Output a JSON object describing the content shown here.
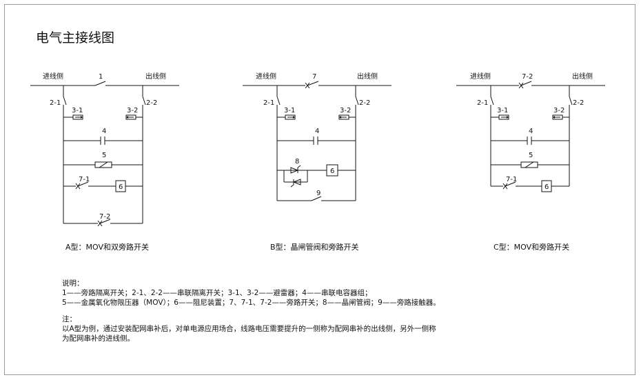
{
  "title": "电气主接线图",
  "labels": {
    "incoming": "进线侧",
    "outgoing": "出线侧",
    "sw_1": "1",
    "sw_7": "7",
    "sw_7_2": "7-2",
    "sw_7_1": "7-1",
    "sw_2_1": "2-1",
    "sw_2_2": "2-2",
    "arr_3_1": "3-1",
    "arr_3_2": "3-2",
    "cap_4": "4",
    "mov_5": "5",
    "damp_6": "6",
    "thy_8": "8",
    "byp_9": "9"
  },
  "captions": {
    "a": "A型：MOV和双旁路开关",
    "b": "B型：晶闸管阀和旁路开关",
    "c": "C型：MOV和旁路开关"
  },
  "notes": {
    "heading": "说明：",
    "line1": "1——旁路隔离开关；2-1、2-2——串联隔离开关；3-1、3-2——避雷器；4——串联电容器组；",
    "line2": "5——金属氧化物限压器（MOV）；6——阻尼装置；7、7-1、7-2——旁路开关；8——晶闸管阀；9——旁路接触器。",
    "note_heading": "注：",
    "note1": "以A型为例，通过安装配网串补后，对单电源应用场合，线路电压需要提升的一侧称为配网串补的出线侧，另外一侧称",
    "note2": "为配网串补的进线侧。"
  }
}
